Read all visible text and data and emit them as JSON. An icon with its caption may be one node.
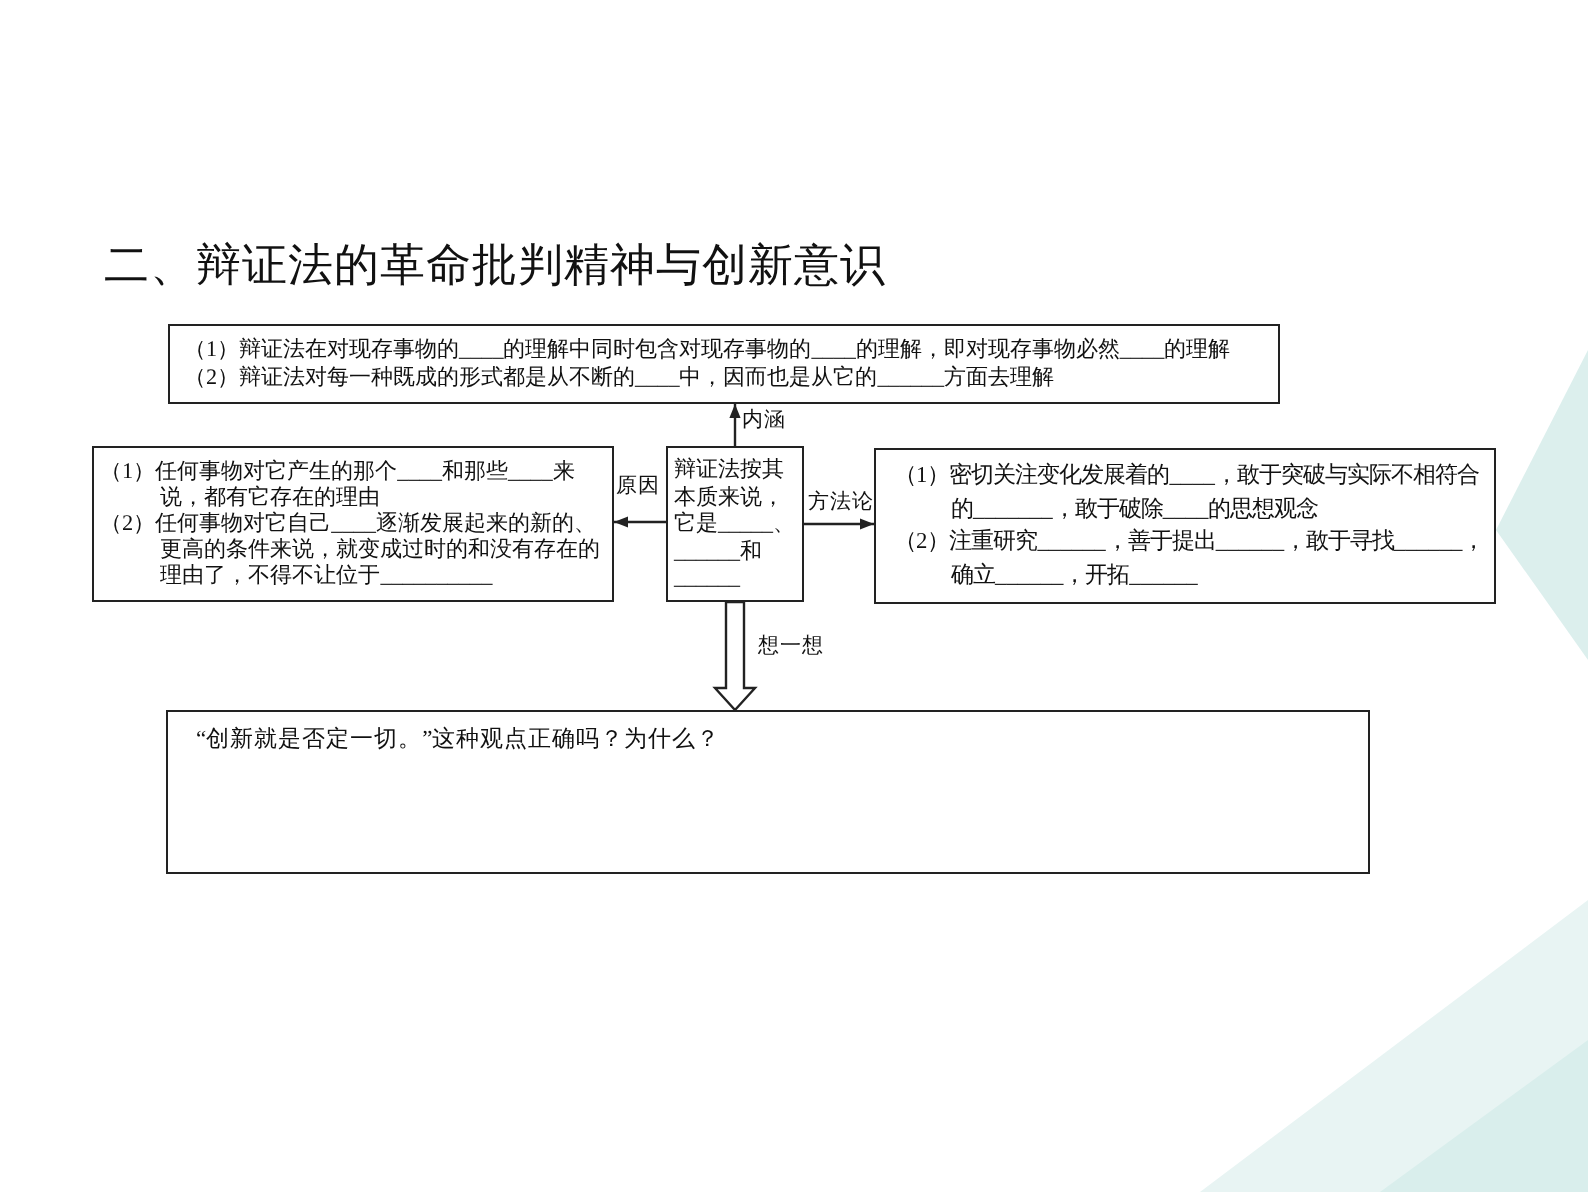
{
  "diagram": {
    "title": "二、辩证法的革命批判精神与创新意识",
    "nodes": [
      {
        "text": [
          "（1）辩证法在对现存事物的____的理解中同时包含对现存事物的____的理解，即对现存事物必然____的理解",
          "（2）辩证法对每一种既成的形式都是从不断的____中，因而也是从它的______方面去理解"
        ]
      },
      {
        "text": [
          "（1）任何事物对它产生的那个____和那些____来说，都有它存在的理由",
          "（2）任何事物对它自己____逐渐发展起来的新的、更高的条件来说，就变成过时的和没有存在的理由了，不得不让位于__________"
        ]
      },
      {
        "text": [
          "辩证法按其本质来说，它是_____、______和______"
        ]
      },
      {
        "text": [
          "（1）密切关注变化发展着的____，敢于突破与实际不相符合的_______，敢于破除____的思想观念",
          "（2）注重研究______，善于提出______，敢于寻找______，确立______，开拓______"
        ]
      },
      {
        "text": [
          "“创新就是否定一切。”这种观点正确吗？为什么？"
        ]
      }
    ],
    "edges": [
      {
        "from": 2,
        "to": 0,
        "arrow": "to",
        "label": "内涵"
      },
      {
        "from": 2,
        "to": 1,
        "arrow": "to",
        "label": "原因"
      },
      {
        "from": 2,
        "to": 3,
        "arrow": "to",
        "label": "方法论"
      },
      {
        "from": 2,
        "to": 4,
        "arrow": "to",
        "label": "想一想",
        "style": "thick"
      }
    ]
  }
}
